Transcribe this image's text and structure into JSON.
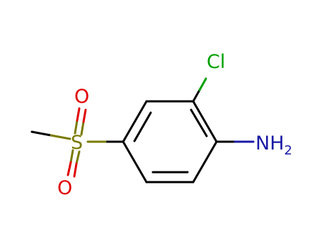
{
  "molecule": {
    "atoms": {
      "chlorine": {
        "symbol": "Cl",
        "color": "#00a000"
      },
      "amine": {
        "symbol": "NH",
        "subscript": "2",
        "color": "#1a1aa6"
      },
      "sulfur": {
        "symbol": "S",
        "color": "#7a7a00"
      },
      "oxygen_top": {
        "symbol": "O",
        "color": "#e00000"
      },
      "oxygen_bottom": {
        "symbol": "O",
        "color": "#e00000"
      }
    },
    "bond_color": "#000000"
  }
}
